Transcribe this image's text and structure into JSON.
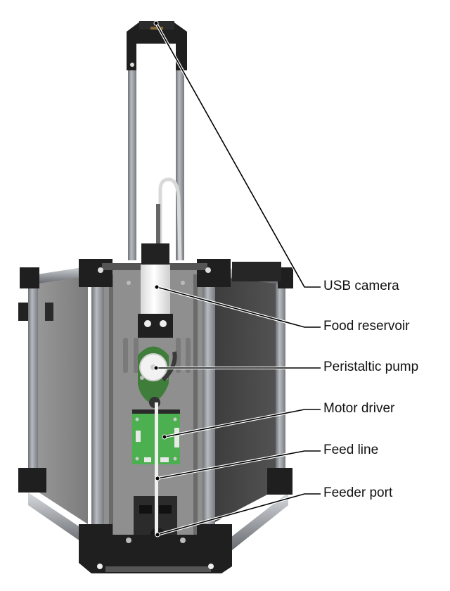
{
  "figure": {
    "subject": "Automated feeder device (3D render)",
    "colors": {
      "frame_dark": "#1e1e1e",
      "rail": "#8d9195",
      "rail_light": "#c7cbcf",
      "panel": "#8a8a8a",
      "panel_dark": "#4a4a4a",
      "pcb": "#4caf50",
      "pump_green": "#3f7d3a",
      "reservoir": "#f4f4f4",
      "leader": "#000000"
    }
  },
  "callouts": [
    {
      "id": "usb-camera",
      "label": "USB camera"
    },
    {
      "id": "food-reservoir",
      "label": "Food reservoir"
    },
    {
      "id": "peristaltic-pump",
      "label": "Peristaltic pump"
    },
    {
      "id": "motor-driver",
      "label": "Motor driver"
    },
    {
      "id": "feed-line",
      "label": "Feed line"
    },
    {
      "id": "feeder-port",
      "label": "Feeder port"
    }
  ]
}
